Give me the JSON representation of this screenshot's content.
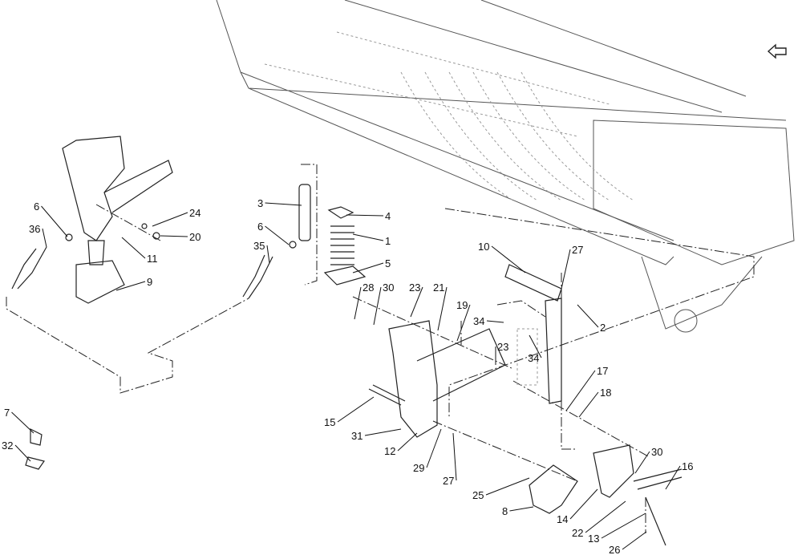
{
  "diagram": {
    "callouts": [
      {
        "text": "6"
      },
      {
        "text": "36"
      },
      {
        "text": "24"
      },
      {
        "text": "20"
      },
      {
        "text": "11"
      },
      {
        "text": "9"
      },
      {
        "text": "3"
      },
      {
        "text": "4"
      },
      {
        "text": "1"
      },
      {
        "text": "5"
      },
      {
        "text": "6"
      },
      {
        "text": "35"
      },
      {
        "text": "7"
      },
      {
        "text": "32"
      },
      {
        "text": "28"
      },
      {
        "text": "30"
      },
      {
        "text": "23"
      },
      {
        "text": "21"
      },
      {
        "text": "19"
      },
      {
        "text": "10"
      },
      {
        "text": "27"
      },
      {
        "text": "2"
      },
      {
        "text": "34"
      },
      {
        "text": "23"
      },
      {
        "text": "34"
      },
      {
        "text": "17"
      },
      {
        "text": "18"
      },
      {
        "text": "15"
      },
      {
        "text": "31"
      },
      {
        "text": "12"
      },
      {
        "text": "29"
      },
      {
        "text": "27"
      },
      {
        "text": "25"
      },
      {
        "text": "8"
      },
      {
        "text": "14"
      },
      {
        "text": "22"
      },
      {
        "text": "13"
      },
      {
        "text": "26"
      },
      {
        "text": "30"
      },
      {
        "text": "16"
      }
    ],
    "nav_icon": "return-arrow-icon"
  }
}
